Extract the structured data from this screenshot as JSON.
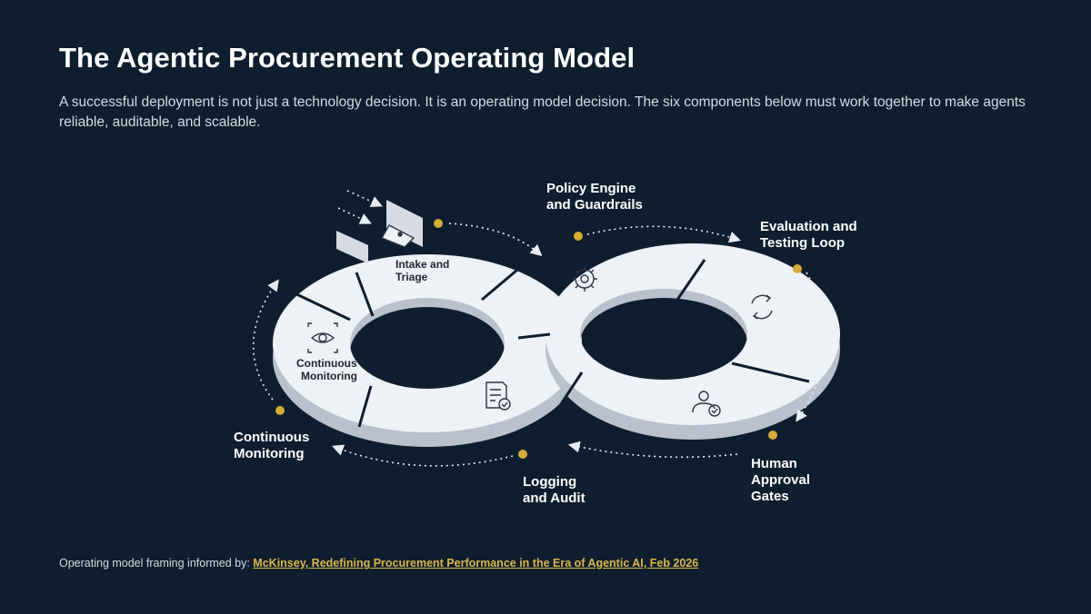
{
  "slide": {
    "title": "The Agentic Procurement Operating Model",
    "subtitle": "A successful deployment is not just a technology decision. It is an operating model decision. The six components below must work together to make agents reliable, auditable, and scalable."
  },
  "diagram": {
    "ring_labels": {
      "intake": "Intake and\nTriage",
      "monitoring": "Continuous\nMonitoring"
    },
    "external_labels": {
      "policy": "Policy Engine\nand Guardrails",
      "evaluation": "Evaluation and\nTesting Loop",
      "human": "Human\nApproval\nGates",
      "logging": "Logging\nand Audit",
      "monitoring": "Continuous\nMonitoring"
    },
    "icons": {
      "intake": "document-stack-icon",
      "monitoring": "eye-icon",
      "policy": "gear-icon",
      "evaluation": "cycle-icon",
      "human": "user-check-icon",
      "logging": "document-check-icon"
    },
    "colors": {
      "background": "#0f1e2e",
      "ring_face": "#eef1f6",
      "ring_side": "#b9c1cd",
      "accent_dot": "#d4ac36"
    }
  },
  "footer": {
    "prefix": "Operating model framing informed by: ",
    "link_text": "McKinsey, Redefining Procurement Performance in the Era of Agentic AI, Feb 2026"
  }
}
